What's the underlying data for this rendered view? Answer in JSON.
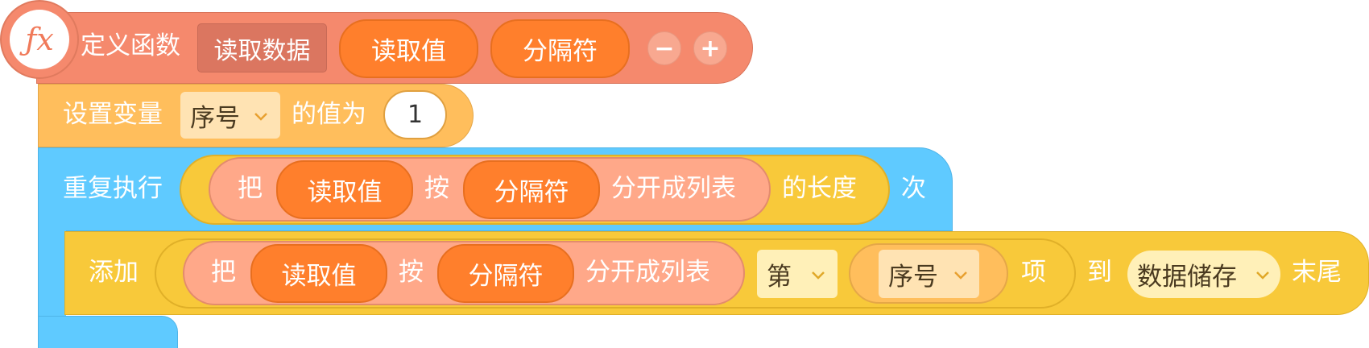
{
  "define": {
    "label": "定义函数",
    "name": "读取数据",
    "params": [
      "读取值",
      "分隔符"
    ],
    "minus": "−",
    "plus": "+"
  },
  "set_var": {
    "label": "设置变量",
    "variable": "序号",
    "to_label": "的值为",
    "value": "1"
  },
  "repeat": {
    "label": "重复执行",
    "times_label": "次",
    "length_of": {
      "ba": "把",
      "value": "读取值",
      "by": "按",
      "separator": "分隔符",
      "split_label": "分开成列表",
      "suffix": "的长度"
    }
  },
  "add": {
    "label": "添加",
    "split": {
      "ba": "把",
      "value": "读取值",
      "by": "按",
      "separator": "分隔符",
      "split_label": "分开成列表"
    },
    "nth": "第",
    "index_var": "序号",
    "item_label": "项",
    "to_label": "到",
    "list": "数据储存",
    "end_label": "末尾"
  },
  "colors": {
    "define_block": "#f5896d",
    "param": "#ff7f2c",
    "set_block": "#ffbe5c",
    "repeat_block": "#5fcaff",
    "list_block": "#f8c93a",
    "split_block": "#ffa889"
  }
}
